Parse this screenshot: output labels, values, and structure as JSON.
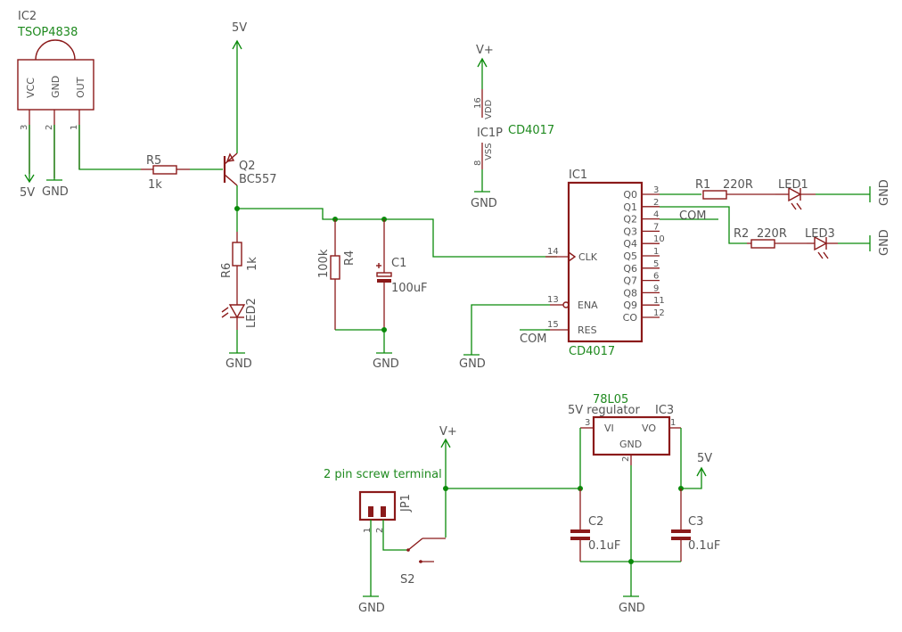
{
  "ic2": {
    "name": "IC2",
    "value": "TSOP4838",
    "pin_vcc": "VCC",
    "pin_gnd": "GND",
    "pin_out": "OUT",
    "pin3": "3",
    "pin2": "2",
    "pin1": "1"
  },
  "supply": {
    "five_v": "5V",
    "v_plus": "V+",
    "gnd": "GND"
  },
  "r5": {
    "name": "R5",
    "value": "1k"
  },
  "q2": {
    "name": "Q2",
    "value": "BC557"
  },
  "r6": {
    "name": "R6",
    "value": "1k"
  },
  "led2": {
    "name": "LED2"
  },
  "r4": {
    "name": "R4",
    "value": "100k"
  },
  "c1": {
    "name": "C1",
    "value": "100uF"
  },
  "ic1p": {
    "name": "IC1P",
    "value": "CD4017",
    "vdd": "VDD",
    "vss": "VSS",
    "pin16": "16",
    "pin8": "8"
  },
  "ic1": {
    "name": "IC1",
    "value": "CD4017",
    "left_pins": [
      {
        "label": "CLK",
        "num": "14"
      },
      {
        "label": "ENA",
        "num": "13"
      },
      {
        "label": "RES",
        "num": "15"
      }
    ],
    "right_pins": [
      {
        "label": "Q0",
        "num": "3"
      },
      {
        "label": "Q1",
        "num": "2"
      },
      {
        "label": "Q2",
        "num": "4"
      },
      {
        "label": "Q3",
        "num": "7"
      },
      {
        "label": "Q4",
        "num": "10"
      },
      {
        "label": "Q5",
        "num": "1"
      },
      {
        "label": "Q6",
        "num": "5"
      },
      {
        "label": "Q7",
        "num": "6"
      },
      {
        "label": "Q8",
        "num": "9"
      },
      {
        "label": "Q9",
        "num": "11"
      },
      {
        "label": "CO",
        "num": "12"
      }
    ]
  },
  "com": "COM",
  "r1": {
    "name": "R1",
    "value": "220R"
  },
  "r2": {
    "name": "R2",
    "value": "220R"
  },
  "led1": {
    "name": "LED1"
  },
  "led3": {
    "name": "LED3"
  },
  "ic3": {
    "name": "IC3",
    "value": "78L05",
    "desc": "5V regulator",
    "pin_vi": "VI",
    "pin_vo": "VO",
    "pin_gnd": "GND",
    "pin3": "3",
    "pin1": "1",
    "pin2": "2"
  },
  "c2": {
    "name": "C2",
    "value": "0.1uF"
  },
  "c3": {
    "name": "C3",
    "value": "0.1uF"
  },
  "jp1": {
    "name": "JP1",
    "label": "2 pin screw terminal",
    "pin1": "1",
    "pin2": "2"
  },
  "s2": {
    "name": "S2"
  },
  "colors": {
    "wire": "#0a8a0a",
    "part": "#8b1a1a",
    "label_green": "#1f8a1f",
    "text": "#555555"
  }
}
